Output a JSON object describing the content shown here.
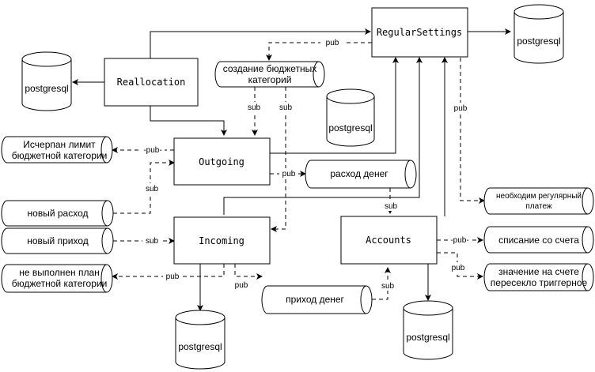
{
  "services": {
    "regular_settings": "RegularSettings",
    "reallocation": "Reallocation",
    "outgoing": "Outgoing",
    "incoming": "Incoming",
    "accounts": "Accounts"
  },
  "databases": {
    "db_regular": "postgresql",
    "db_reallocation": "postgresql",
    "db_middle": "postgresql",
    "db_incoming": "postgresql",
    "db_accounts": "postgresql"
  },
  "topics": {
    "create_budget_line1": "создание бюджетных",
    "create_budget_line2": "категорий",
    "limit_exhausted_line1": "Исчерпан лимит",
    "limit_exhausted_line2": "бюджетной категории",
    "new_expense": "новый расход",
    "new_income": "новый приход",
    "plan_failed_line1": "не выполнен план",
    "plan_failed_line2": "бюджетной категории",
    "money_out": "расход денег",
    "money_in": "приход денег",
    "regular_payment_line1": "необходим регулярный",
    "regular_payment_line2": "платеж",
    "debit": "списание со счета",
    "trigger_line1": "значение на счете",
    "trigger_line2": "пересекло триггерное"
  },
  "edge_labels": {
    "pub": "pub",
    "sub": "sub",
    "pub_dash": "-pub-"
  }
}
